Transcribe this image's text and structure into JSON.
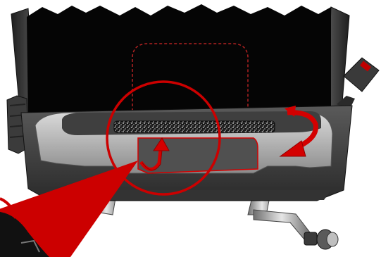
{
  "figure": {
    "kind": "installation-instruction-illustration",
    "subject": "car-seat-base-cutaway",
    "text_labels": []
  },
  "colors": {
    "background": "#ffffff",
    "seat_shell_dark": "#2d2d2d",
    "seat_shell_mid": "#4a4a4a",
    "fabric_black": "#050505",
    "tray_light": "#bdbdbd",
    "tray_mid": "#8f8f8f",
    "accent_red": "#d40000",
    "accent_red_dark": "#8e0000",
    "dashed_outline": "#b22222",
    "buckle": "#3a3a3a",
    "metal_leg": "#9a9a9a"
  },
  "icons": {
    "rotate_arrow": "curved-arrow-up-icon",
    "side_arrow": "curved-arrow-icon",
    "magnifier": "zoom-callout-circle"
  }
}
